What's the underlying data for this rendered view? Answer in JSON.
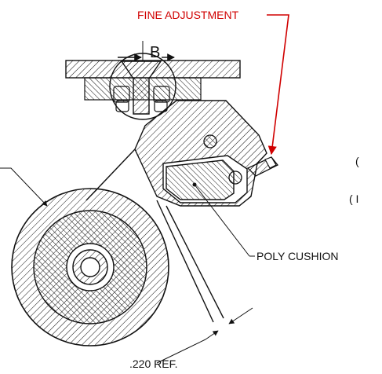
{
  "labels": {
    "fine_adjustment": "FINE ADJUSTMENT",
    "detail_b": "B",
    "poly_cushion": "POLY CUSHION",
    "dimension": ".220 REF.",
    "edge_fragment_1": "(",
    "edge_fragment_2": "( I"
  },
  "colors": {
    "callout": "#d00000",
    "ink": "#111111"
  }
}
